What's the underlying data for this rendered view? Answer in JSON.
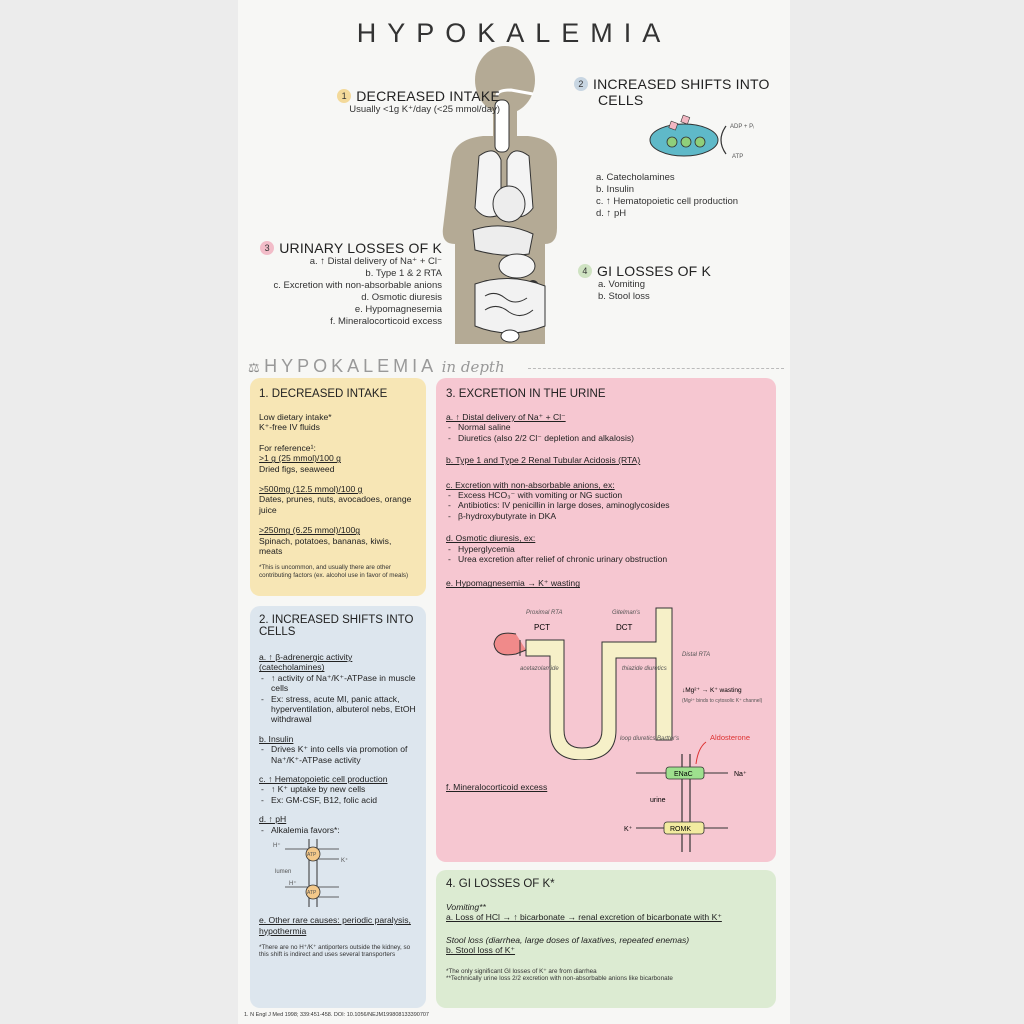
{
  "title": "HYPOKALEMIA",
  "top": {
    "s1": {
      "num": "1",
      "title": "DECREASED INTAKE",
      "sub": "Usually <1g K⁺/day (<25 mmol/day)"
    },
    "s2": {
      "num": "2",
      "title_l1": "INCREASED SHIFTS INTO",
      "title_l2": "CELLS",
      "adp": "ADP + Pᵢ",
      "atp": "ATP",
      "items": [
        "a. Catecholamines",
        "b. Insulin",
        "c. ↑ Hematopoietic cell production",
        "d. ↑ pH"
      ]
    },
    "s3": {
      "num": "3",
      "title": "URINARY LOSSES OF K",
      "items": [
        "a. ↑ Distal delivery of Na⁺ + Cl⁻",
        "b. Type 1 & 2 RTA",
        "c. Excretion with non-absorbable anions",
        "d. Osmotic diuresis",
        "e. Hypomagnesemia",
        "f. Mineralocorticoid excess"
      ]
    },
    "s4": {
      "num": "4",
      "title": "GI LOSSES OF K",
      "items": [
        "a. Vomiting",
        "b. Stool loss"
      ]
    }
  },
  "depth": {
    "title_main": "HYPOKALEMIA",
    "title_sub": "in depth"
  },
  "box1": {
    "title": "1. DECREASED INTAKE",
    "lines": [
      "Low dietary intake*",
      "K⁺-free IV fluids"
    ],
    "ref": "For reference¹:",
    "groups": [
      {
        "h": ">1 g (25 mmol)/100 g",
        "t": "Dried figs, seaweed"
      },
      {
        "h": ">500mg (12.5 mmol)/100 g",
        "t": "Dates, prunes, nuts, avocadoes, orange juice"
      },
      {
        "h": ">250mg (6.25 mmol)/100g",
        "t": "Spinach, potatoes, bananas, kiwis, meats"
      }
    ],
    "note": "*This is uncommon, and usually there are other contributing factors (ex. alcohol use in favor of meals)"
  },
  "box2": {
    "title": "2. INCREASED SHIFTS INTO CELLS",
    "a_h": "a. ↑ β-adrenergic activity (catecholamines)",
    "a_items": [
      "↑ activity of Na⁺/K⁺-ATPase in muscle cells",
      "Ex: stress, acute MI, panic attack, hyperventilation, albuterol nebs, EtOH withdrawal"
    ],
    "b_h": "b. Insulin",
    "b_items": [
      "Drives K⁺ into cells via promotion of Na⁺/K⁺-ATPase activity"
    ],
    "c_h": "c. ↑ Hematopoietic cell production",
    "c_items": [
      "↑ K⁺ uptake by new cells",
      "Ex: GM-CSF, B12, folic acid"
    ],
    "d_h": "d. ↑ pH",
    "d_items": [
      "Alkalemia favors*:"
    ],
    "diag": {
      "h": "H⁺",
      "k": "K⁺",
      "lumen": "lumen",
      "atp": "ATP"
    },
    "e_h": "e. Other rare causes: periodic paralysis, hypothermia",
    "note": "*There are no H⁺/K⁺ antiporters outside the kidney, so this shift is indirect and uses several transporters"
  },
  "box3": {
    "title": "3. EXCRETION IN THE URINE",
    "a_h": "a. ↑ Distal delivery of Na⁺ + Cl⁻",
    "a_items": [
      "Normal saline",
      "Diuretics (also 2/2 Cl⁻ depletion and alkalosis)"
    ],
    "b_h": "b. Type 1 and Type 2 Renal Tubular Acidosis (RTA)",
    "c_h": "c. Excretion with non-absorbable anions, ex:",
    "c_items": [
      "Excess HCO₃⁻ with vomiting or NG suction",
      "Antibiotics: IV penicillin in large doses, aminoglycosides",
      "β-hydroxybutyrate in DKA"
    ],
    "d_h": "d. Osmotic diuresis, ex:",
    "d_items": [
      "Hyperglycemia",
      "Urea excretion after relief of chronic urinary obstruction"
    ],
    "e_h": "e. Hypomagnesemia → K⁺ wasting",
    "neph": {
      "prox": "Proximal RTA",
      "gitel": "Gitelman's",
      "pct": "PCT",
      "dct": "DCT",
      "aceta": "acetazolamide",
      "thiaz": "thiazide diuretics",
      "distal": "Distal RTA",
      "mg": "↓Mg²⁺ → K⁺ wasting",
      "mg2": "(Mg²⁺ binds to cytosolic K⁺ channel)",
      "loop": "loop diuretics Bartter's"
    },
    "f_h": "f. Mineralocorticoid excess",
    "enac": {
      "aldo": "Aldosterone",
      "enac": "ENaC",
      "na": "Na⁺",
      "urine": "urine",
      "k": "K⁺",
      "romk": "ROMK"
    }
  },
  "box4": {
    "title": "4. GI LOSSES OF K*",
    "vom_h": "Vomiting**",
    "vom_t": "a. Loss of HCl → ↑ bicarbonate → renal excretion of bicarbonate with K⁺",
    "stool_h": "Stool loss (diarrhea, large doses of laxatives, repeated enemas)",
    "stool_t": "b. Stool loss of K⁺",
    "note1": "*The only significant GI losses of K⁺ are from diarrhea",
    "note2": "**Technically urine loss 2/2 excretion with non-absorbable anions like bicarbonate"
  },
  "citation": "1. N Engl J Med 1998; 339:451-458. DOI: 10.1056/NEJM199808133390707",
  "colors": {
    "yellow": "#f7e6b5",
    "blue": "#dde6ee",
    "pink": "#f6c7d1",
    "green": "#dcebd2",
    "body": "#b4aa95"
  }
}
